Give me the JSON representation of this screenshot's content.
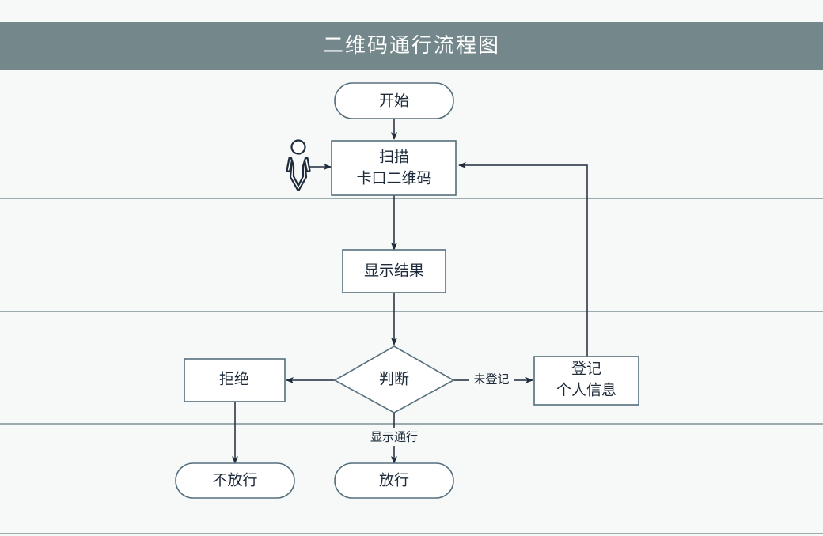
{
  "header": {
    "title": "二维码通行流程图",
    "bar_color": "#74878a",
    "title_color": "#ffffff"
  },
  "canvas": {
    "background_color": "#f7f8f8",
    "shape_stroke_color": "#566f7d",
    "shape_fill_color": "#ffffff",
    "edge_color": "#1d2b3a",
    "lane_line_color": "#7e9096",
    "text_color": "#1d2b3a"
  },
  "diagram": {
    "type": "flowchart",
    "orientation": "top-to-bottom",
    "nodes": [
      {
        "id": "start",
        "label": "开始",
        "shape": "stadium"
      },
      {
        "id": "scan",
        "label_line1": "扫描",
        "label_line2": "卡口二维码",
        "shape": "rectangle"
      },
      {
        "id": "result",
        "label": "显示结果",
        "shape": "rectangle"
      },
      {
        "id": "decision",
        "label": "判断",
        "shape": "diamond"
      },
      {
        "id": "reject",
        "label": "拒绝",
        "shape": "rectangle"
      },
      {
        "id": "register",
        "label_line1": "登记",
        "label_line2": "个人信息",
        "shape": "rectangle"
      },
      {
        "id": "deny",
        "label": "不放行",
        "shape": "stadium"
      },
      {
        "id": "allow",
        "label": "放行",
        "shape": "stadium"
      }
    ],
    "actor": {
      "id": "person",
      "icon": "actor-person-icon"
    },
    "edges": [
      {
        "from": "start",
        "to": "scan",
        "label": ""
      },
      {
        "from": "person",
        "to": "scan",
        "label": ""
      },
      {
        "from": "scan",
        "to": "result",
        "label": ""
      },
      {
        "from": "result",
        "to": "decision",
        "label": ""
      },
      {
        "from": "decision",
        "to": "reject",
        "label": ""
      },
      {
        "from": "decision",
        "to": "register",
        "label": "未登记"
      },
      {
        "from": "decision",
        "to": "allow",
        "label": "显示通行"
      },
      {
        "from": "reject",
        "to": "deny",
        "label": ""
      },
      {
        "from": "register",
        "to": "scan",
        "label": ""
      }
    ],
    "lane_dividers": [
      251,
      394,
      536,
      675
    ]
  }
}
